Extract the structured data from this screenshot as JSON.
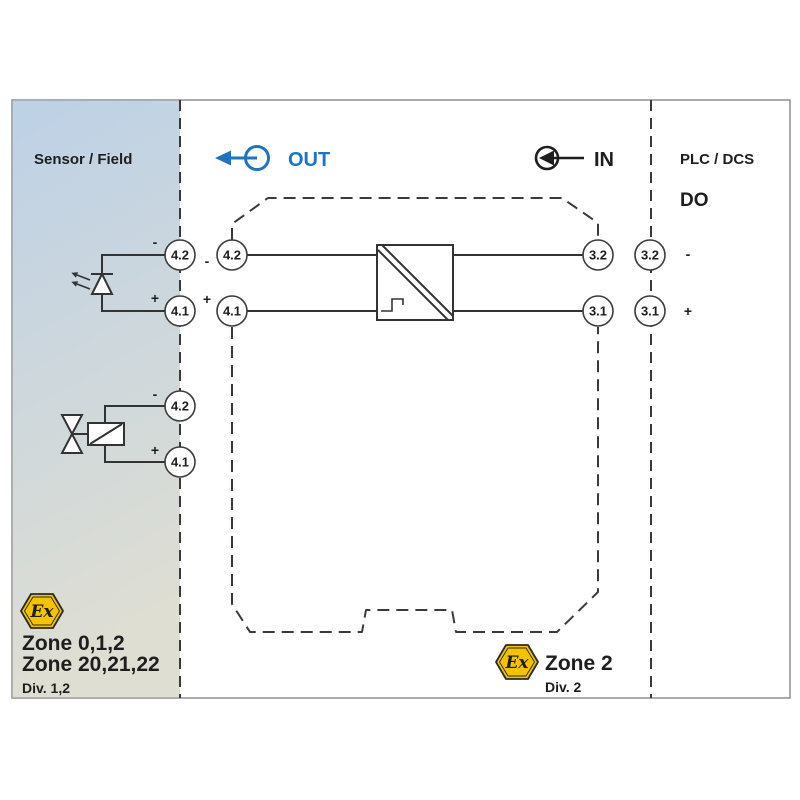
{
  "field": {
    "title": "Sensor / Field",
    "indicator": {
      "icon": "led-icon",
      "terminals": [
        {
          "label": "4.2",
          "polarity": "-"
        },
        {
          "label": "4.1",
          "polarity": "+"
        }
      ]
    },
    "valve": {
      "icon": "solenoid-valve-icon",
      "terminals": [
        {
          "label": "4.2",
          "polarity": "-"
        },
        {
          "label": "4.1",
          "polarity": "+"
        }
      ]
    },
    "ex_mark": "Ex",
    "zones": [
      "Zone 0,1,2",
      "Zone 20,21,22"
    ],
    "division": "Div. 1,2"
  },
  "module": {
    "out": {
      "label": "OUT",
      "icon": "out-arrow-icon"
    },
    "in": {
      "label": "IN",
      "icon": "in-arrow-icon"
    },
    "output_terminals": [
      {
        "label": "4.2",
        "polarity": "-"
      },
      {
        "label": "4.1",
        "polarity": "+"
      }
    ],
    "input_terminals": [
      {
        "label": "3.2"
      },
      {
        "label": "3.1"
      }
    ],
    "isolator_icon": "galvanic-isolation-icon",
    "ex_mark": "Ex",
    "zone": "Zone 2",
    "division": "Div. 2"
  },
  "control": {
    "title": "PLC / DCS",
    "signal": "DO",
    "terminals": [
      {
        "label": "3.2",
        "polarity": "-"
      },
      {
        "label": "3.1",
        "polarity": "+"
      }
    ]
  },
  "colors": {
    "out_accent": "#1f74c2",
    "ex_yellow": "#f3c200",
    "field_top": "#bdd1e6",
    "field_bottom": "#dfded2",
    "line": "#333333"
  }
}
